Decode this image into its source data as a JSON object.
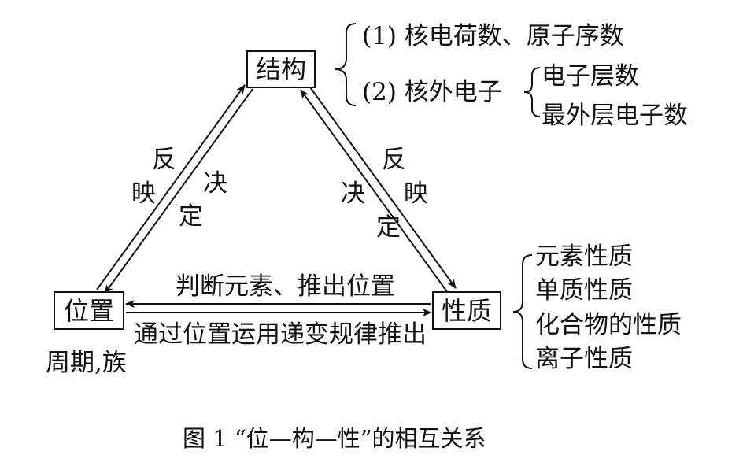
{
  "nodes": {
    "structure": "结构",
    "position": "位置",
    "property": "性质"
  },
  "structure_detail": {
    "item1": "(1) 核电荷数、原子序数",
    "item2": "(2) 核外电子",
    "sub1": "电子层数",
    "sub2": "最外层电子数"
  },
  "left_edge": {
    "reflect": [
      "反",
      "映"
    ],
    "determine": [
      "决",
      "定"
    ]
  },
  "right_edge": {
    "reflect": [
      "反",
      "映"
    ],
    "determine": [
      "决",
      "定"
    ]
  },
  "bottom_edge": {
    "top_label": "判断元素、推出位置",
    "bottom_label": "通过位置运用递变规律推出"
  },
  "position_detail": "周期,族",
  "property_detail": [
    "元素性质",
    "单质性质",
    "化合物的性质",
    "离子性质"
  ],
  "caption": "图 1 “位—构—性”的相互关系"
}
